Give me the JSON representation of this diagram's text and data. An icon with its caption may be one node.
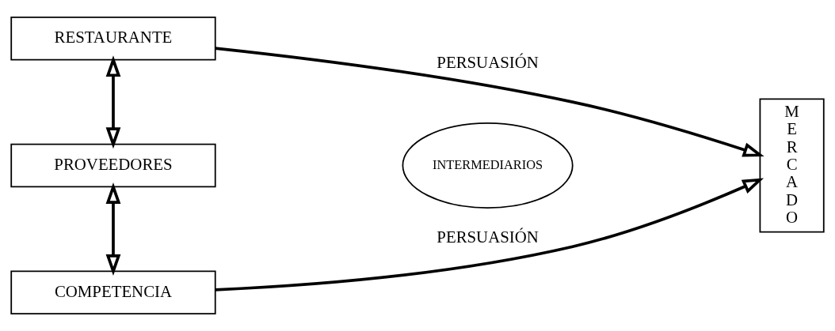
{
  "diagram": {
    "nodes": [
      {
        "text": [
          "RESTAURANTE"
        ]
      },
      {
        "text": [
          "PROVEEDORES"
        ]
      },
      {
        "text": [
          "COMPETENCIA"
        ]
      },
      {
        "text": [
          "INTERMEDIARIOS"
        ]
      },
      {
        "text": [
          "M E R C A D O"
        ]
      }
    ],
    "edges": [
      {
        "from": 0,
        "to": 4,
        "arrow": "to",
        "label": "PERSUASIÓN"
      },
      {
        "from": 0,
        "to": 1,
        "arrow": "both"
      },
      {
        "from": 1,
        "to": 2,
        "arrow": "both"
      },
      {
        "from": 2,
        "to": 4,
        "arrow": "to",
        "label": "PERSUASIÓN"
      }
    ]
  }
}
